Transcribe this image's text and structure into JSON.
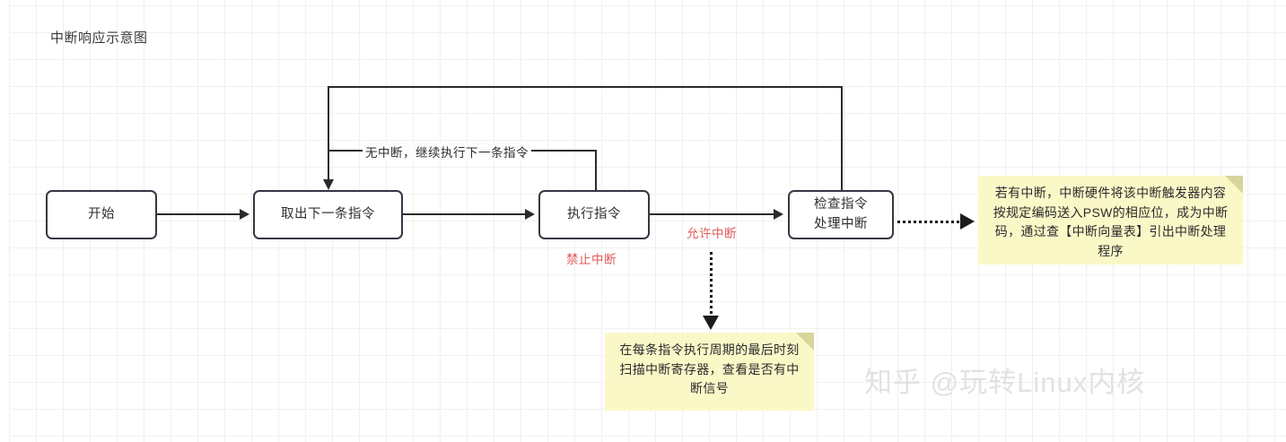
{
  "diagram": {
    "title": "中断响应示意图",
    "nodes": [
      {
        "id": "start",
        "label": "开始"
      },
      {
        "id": "fetch",
        "label": "取出下一条指令"
      },
      {
        "id": "execute",
        "label": "执行指令"
      },
      {
        "id": "check_line1",
        "label": "检查指令"
      },
      {
        "id": "check_line2",
        "label": "处理中断"
      }
    ],
    "edge_labels": {
      "loop_no_interrupt": "无中断，继续执行下一条指令",
      "disable_interrupt": "禁止中断",
      "allow_interrupt": "允许中断"
    },
    "notes": [
      {
        "id": "note-right",
        "text": "若有中断，中断硬件将该中断触发器内容按规定编码送入PSW的相应位，成为中断码，通过查【中断向量表】引出中断处理程序"
      },
      {
        "id": "note-bottom",
        "text": "在每条指令执行周期的最后时刻扫描中断寄存器，查看是否有中断信号"
      }
    ],
    "watermark": "知乎 @玩转Linux内核",
    "colors": {
      "node_border": "#333844",
      "connector": "#2b2b2b",
      "note_background": "#fbf8c8",
      "note_fold": "#d8d59a",
      "red_label": "#e05a5a",
      "grid_line": "#f0f0f0"
    }
  }
}
